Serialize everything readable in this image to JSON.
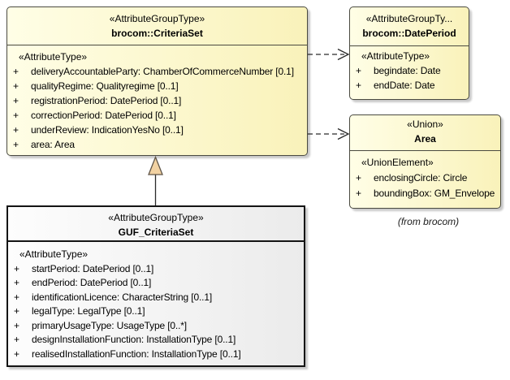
{
  "diagram": {
    "note": "(from brocom)"
  },
  "colors": {
    "class_fill_light": "#fffee6",
    "class_fill_dark": "#f9f2ba",
    "class_border": "#4a4a40",
    "highlight_fill": "#f4f4f4",
    "highlight_border": "#141414",
    "generalization_fill": "#f2d2a2",
    "connector": "#2a2a2a",
    "shadow": "#c9c9c9"
  },
  "classes": {
    "criteriaSet": {
      "stereotype": "«AttributeGroupType»",
      "name": "brocom::CriteriaSet",
      "section": "«AttributeType»",
      "attributes": [
        {
          "vis": "+",
          "text": "deliveryAccountableParty: ChamberOfCommerceNumber [0.1]"
        },
        {
          "vis": "+",
          "text": "qualityRegime: Qualityregime [0..1]"
        },
        {
          "vis": "+",
          "text": "registrationPeriod: DatePeriod [0..1]"
        },
        {
          "vis": "+",
          "text": "correctionPeriod: DatePeriod [0..1]"
        },
        {
          "vis": "+",
          "text": "underReview: IndicationYesNo [0..1]"
        },
        {
          "vis": "+",
          "text": "area: Area"
        }
      ]
    },
    "datePeriod": {
      "stereotype": "«AttributeGroupTy...",
      "name": "brocom::DatePeriod",
      "section": "«AttributeType»",
      "attributes": [
        {
          "vis": "+",
          "text": "begindate: Date"
        },
        {
          "vis": "+",
          "text": "endDate: Date"
        }
      ]
    },
    "area": {
      "stereotype": "«Union»",
      "name": "Area",
      "section": "«UnionElement»",
      "attributes": [
        {
          "vis": "+",
          "text": "enclosingCircle: Circle"
        },
        {
          "vis": "+",
          "text": "boundingBox: GM_Envelope"
        }
      ]
    },
    "guf": {
      "stereotype": "«AttributeGroupType»",
      "name": "GUF_CriteriaSet",
      "section": "«AttributeType»",
      "attributes": [
        {
          "vis": "+",
          "text": "startPeriod: DatePeriod [0..1]"
        },
        {
          "vis": "+",
          "text": "endPeriod: DatePeriod [0..1]"
        },
        {
          "vis": "+",
          "text": "identificationLicence: CharacterString [0..1]"
        },
        {
          "vis": "+",
          "text": "legalType: LegalType [0..1]"
        },
        {
          "vis": "+",
          "text": "primaryUsageType: UsageType [0..*]"
        },
        {
          "vis": "+",
          "text": "designInstallationFunction: InstallationType [0..1]"
        },
        {
          "vis": "+",
          "text": "realisedInstallationFunction: InstallationType [0..1]"
        }
      ]
    }
  }
}
